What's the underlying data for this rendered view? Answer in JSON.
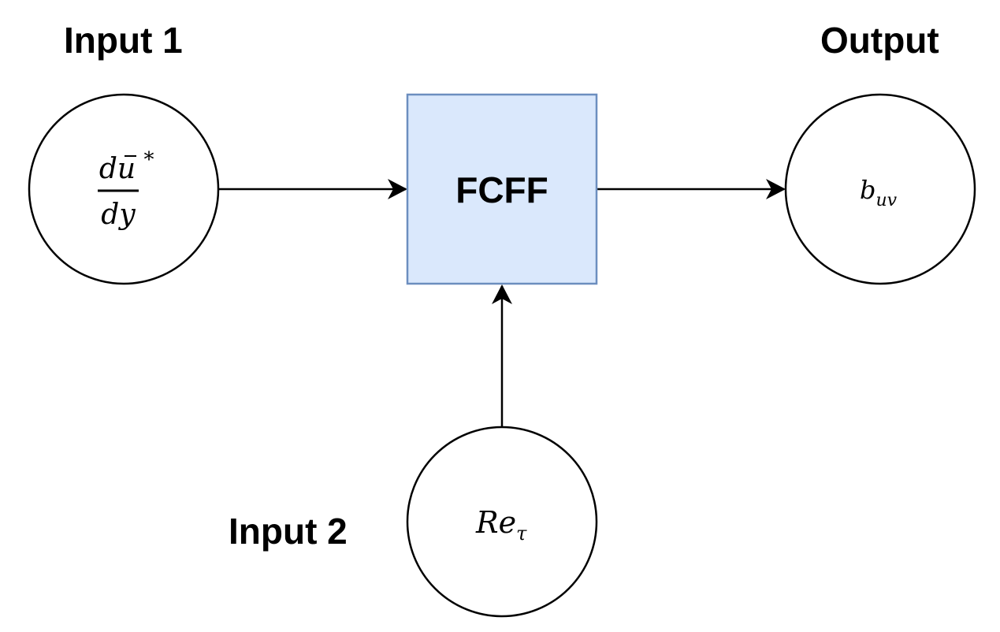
{
  "labels": {
    "input1": "Input 1",
    "input2": "Input 2",
    "output": "Output"
  },
  "nodes": {
    "input1": {
      "numerator": "du",
      "denominator": "dy",
      "superscript": "*"
    },
    "input2": {
      "base": "Re",
      "subscript": "τ"
    },
    "model": {
      "label": "FCFF"
    },
    "output": {
      "base": "b",
      "subscript": "uv"
    }
  },
  "colors": {
    "model_fill": "#dae8fc",
    "model_stroke": "#6c8ebf",
    "line": "#000000"
  }
}
